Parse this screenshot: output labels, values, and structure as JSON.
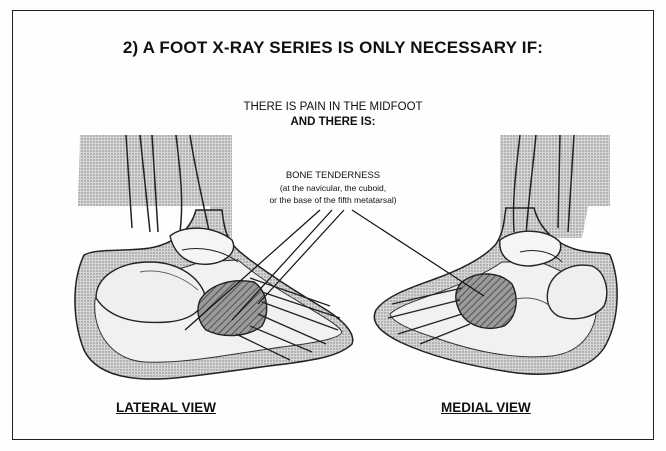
{
  "slide": {
    "title": "2) A FOOT X-RAY SERIES IS ONLY NECESSARY IF:",
    "condition_line_1": "THERE IS PAIN IN THE MIDFOOT",
    "condition_line_2": "AND THERE IS:",
    "finding": {
      "title": "BONE TENDERNESS",
      "detail_line_1": "(at the navicular, the cuboid,",
      "detail_line_2": "or the base of the fifth metatarsal)"
    }
  },
  "views": {
    "lateral_label": "LATERAL VIEW",
    "medial_label": "MEDIAL VIEW"
  }
}
